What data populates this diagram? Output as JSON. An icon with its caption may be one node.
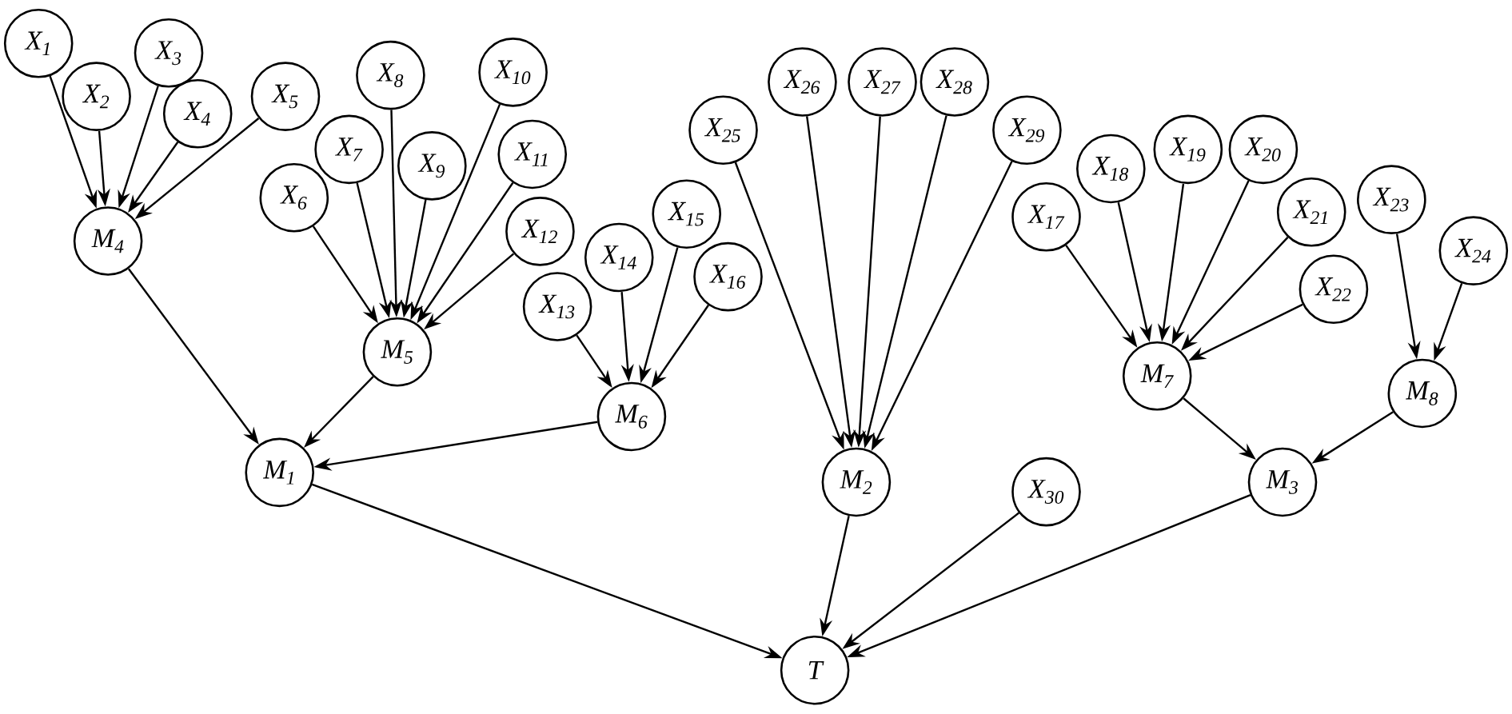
{
  "diagram": {
    "nodes": [
      {
        "text": [
          "X$_{1}$"
        ]
      },
      {
        "text": [
          "X$_{2}$"
        ]
      },
      {
        "text": [
          "X$_{3}$"
        ]
      },
      {
        "text": [
          "X$_{4}$"
        ]
      },
      {
        "text": [
          "X$_{5}$"
        ]
      },
      {
        "text": [
          "X$_{6}$"
        ]
      },
      {
        "text": [
          "X$_{7}$"
        ]
      },
      {
        "text": [
          "X$_{8}$"
        ]
      },
      {
        "text": [
          "X$_{9}$"
        ]
      },
      {
        "text": [
          "X$_{10}$"
        ]
      },
      {
        "text": [
          "X$_{11}$"
        ]
      },
      {
        "text": [
          "X$_{12}$"
        ]
      },
      {
        "text": [
          "X$_{13}$"
        ]
      },
      {
        "text": [
          "X$_{14}$"
        ]
      },
      {
        "text": [
          "X$_{15}$"
        ]
      },
      {
        "text": [
          "X$_{16}$"
        ]
      },
      {
        "text": [
          "X$_{17}$"
        ]
      },
      {
        "text": [
          "X$_{18}$"
        ]
      },
      {
        "text": [
          "X$_{19}$"
        ]
      },
      {
        "text": [
          "X$_{20}$"
        ]
      },
      {
        "text": [
          "X$_{21}$"
        ]
      },
      {
        "text": [
          "X$_{22}$"
        ]
      },
      {
        "text": [
          "X$_{23}$"
        ]
      },
      {
        "text": [
          "X$_{24}$"
        ]
      },
      {
        "text": [
          "X$_{25}$"
        ]
      },
      {
        "text": [
          "X$_{26}$"
        ]
      },
      {
        "text": [
          "X$_{27}$"
        ]
      },
      {
        "text": [
          "X$_{28}$"
        ]
      },
      {
        "text": [
          "X$_{29}$"
        ]
      },
      {
        "text": [
          "X$_{30}$"
        ]
      },
      {
        "text": [
          "M$_{1}$"
        ]
      },
      {
        "text": [
          "M$_{2}$"
        ]
      },
      {
        "text": [
          "M$_{3}$"
        ]
      },
      {
        "text": [
          "M$_{4}$"
        ]
      },
      {
        "text": [
          "M$_{5}$"
        ]
      },
      {
        "text": [
          "M$_{6}$"
        ]
      },
      {
        "text": [
          "M$_{7}$"
        ]
      },
      {
        "text": [
          "M$_{8}$"
        ]
      },
      {
        "text": [
          "T"
        ]
      }
    ],
    "edges": [
      {
        "from": 0,
        "to": 33,
        "arrow": "to"
      },
      {
        "from": 1,
        "to": 33,
        "arrow": "to"
      },
      {
        "from": 2,
        "to": 33,
        "arrow": "to"
      },
      {
        "from": 3,
        "to": 33,
        "arrow": "to"
      },
      {
        "from": 4,
        "to": 33,
        "arrow": "to"
      },
      {
        "from": 5,
        "to": 34,
        "arrow": "to"
      },
      {
        "from": 6,
        "to": 34,
        "arrow": "to"
      },
      {
        "from": 7,
        "to": 34,
        "arrow": "to"
      },
      {
        "from": 8,
        "to": 34,
        "arrow": "to"
      },
      {
        "from": 9,
        "to": 34,
        "arrow": "to"
      },
      {
        "from": 10,
        "to": 34,
        "arrow": "to"
      },
      {
        "from": 11,
        "to": 34,
        "arrow": "to"
      },
      {
        "from": 12,
        "to": 35,
        "arrow": "to"
      },
      {
        "from": 13,
        "to": 35,
        "arrow": "to"
      },
      {
        "from": 14,
        "to": 35,
        "arrow": "to"
      },
      {
        "from": 15,
        "to": 35,
        "arrow": "to"
      },
      {
        "from": 16,
        "to": 36,
        "arrow": "to"
      },
      {
        "from": 17,
        "to": 36,
        "arrow": "to"
      },
      {
        "from": 18,
        "to": 36,
        "arrow": "to"
      },
      {
        "from": 19,
        "to": 36,
        "arrow": "to"
      },
      {
        "from": 20,
        "to": 36,
        "arrow": "to"
      },
      {
        "from": 21,
        "to": 36,
        "arrow": "to"
      },
      {
        "from": 22,
        "to": 37,
        "arrow": "to"
      },
      {
        "from": 23,
        "to": 37,
        "arrow": "to"
      },
      {
        "from": 24,
        "to": 31,
        "arrow": "to"
      },
      {
        "from": 25,
        "to": 31,
        "arrow": "to"
      },
      {
        "from": 26,
        "to": 31,
        "arrow": "to"
      },
      {
        "from": 27,
        "to": 31,
        "arrow": "to"
      },
      {
        "from": 28,
        "to": 31,
        "arrow": "to"
      },
      {
        "from": 33,
        "to": 30,
        "arrow": "to"
      },
      {
        "from": 34,
        "to": 30,
        "arrow": "to"
      },
      {
        "from": 35,
        "to": 30,
        "arrow": "to"
      },
      {
        "from": 36,
        "to": 32,
        "arrow": "to"
      },
      {
        "from": 37,
        "to": 32,
        "arrow": "to"
      },
      {
        "from": 30,
        "to": 38,
        "arrow": "to"
      },
      {
        "from": 31,
        "to": 38,
        "arrow": "to"
      },
      {
        "from": 29,
        "to": 38,
        "arrow": "to"
      },
      {
        "from": 32,
        "to": 38,
        "arrow": "to"
      }
    ]
  }
}
